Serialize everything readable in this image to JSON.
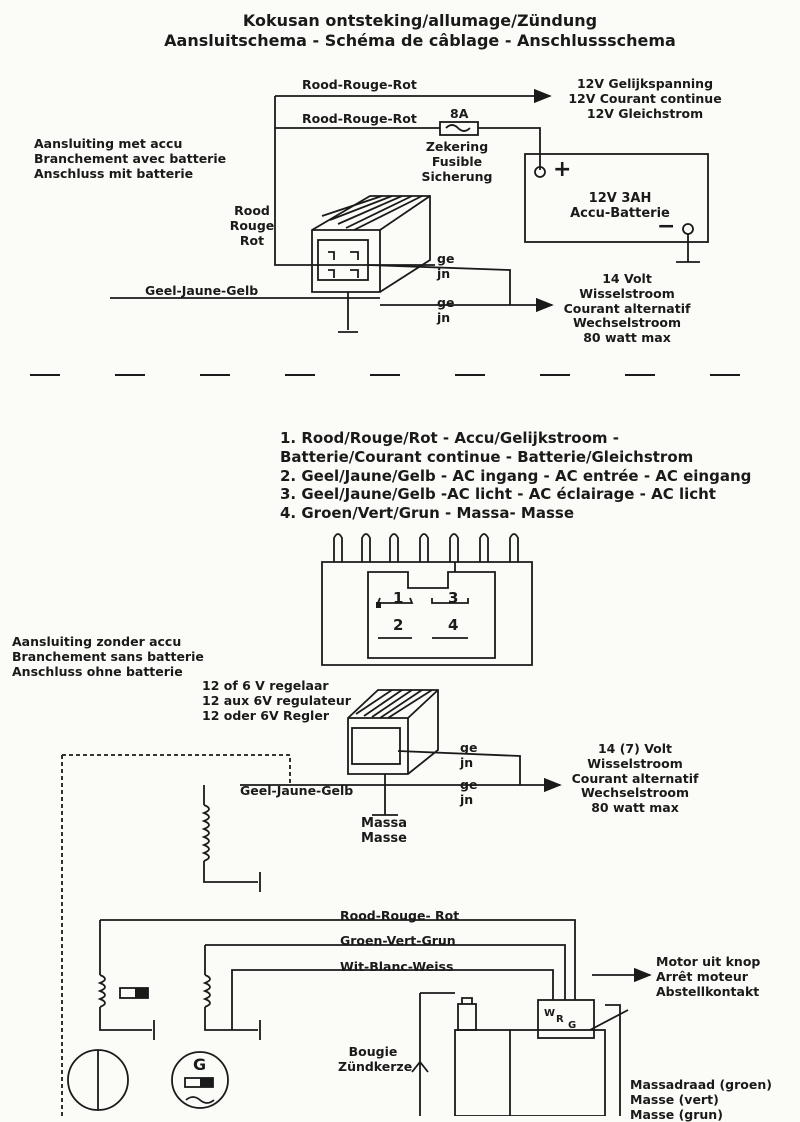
{
  "title": {
    "line1": "Kokusan ontsteking/allumage/Zündung",
    "line2": "Aansluitschema - Schéma de câblage - Anschlussschema"
  },
  "top": {
    "with_battery": [
      "Aansluiting met accu",
      "Branchement avec batterie",
      "Anschluss mit batterie"
    ],
    "red_wire_1": "Rood-Rouge-Rot",
    "red_wire_2": "Rood-Rouge-Rot",
    "dc_out": [
      "12V Gelijkspanning",
      "12V Courant continue",
      "12V Gleichstrom"
    ],
    "fuse_rating": "8A",
    "fuse": [
      "Zekering",
      "Fusible",
      "Sicherung"
    ],
    "battery": [
      "12V 3AH",
      "Accu-Batterie"
    ],
    "battery_plus": "+",
    "battery_minus": "−",
    "red_label": [
      "Rood",
      "Rouge",
      "Rot"
    ],
    "ge1": "ge",
    "jn1": "jn",
    "ge2": "ge",
    "jn2": "jn",
    "yellow_wire": "Geel-Jaune-Gelb",
    "ac_out": [
      "14 Volt",
      "Wisselstroom",
      "Courant alternatif",
      "Wechselstroom",
      "80 watt max"
    ]
  },
  "legend": [
    "1. Rood/Rouge/Rot - Accu/Gelijkstroom -",
    "Batterie/Courant continue - Batterie/Gleichstrom",
    "2. Geel/Jaune/Gelb - AC ingang - AC entrée - AC eingang",
    "3. Geel/Jaune/Gelb -AC licht - AC éclairage - AC licht",
    "4. Groen/Vert/Grun - Massa- Masse"
  ],
  "pins": {
    "p1": "1",
    "p2": "2",
    "p3": "3",
    "p4": "4"
  },
  "bottom": {
    "without_battery": [
      "Aansluiting zonder accu",
      "Branchement sans batterie",
      "Anschluss ohne batterie"
    ],
    "regulator": [
      "12 of 6 V regelaar",
      "12 aux 6V regulateur",
      "12 oder 6V Regler"
    ],
    "ge1": "ge",
    "jn1": "jn",
    "ge2": "ge",
    "jn2": "jn",
    "ac_out": [
      "14 (7) Volt",
      "Wisselstroom",
      "Courant alternatif",
      "Wechselstroom",
      "80 watt max"
    ],
    "yellow_wire": "Geel-Jaune-Gelb",
    "ground": [
      "Massa",
      "Masse"
    ],
    "red_wire": "Rood-Rouge- Rot",
    "green_wire": "Groen-Vert-Grun",
    "white_wire": "Wit-Blanc-Weiss",
    "kill_switch": [
      "Motor uit knop",
      "Arrêt moteur",
      "Abstellkontakt"
    ],
    "spark_plug": [
      "Bougie",
      "Zündkerze"
    ],
    "ground_wire": [
      "Massadraad (groen)",
      "Masse (vert)",
      "Masse (grun)"
    ],
    "generator": "G",
    "cdi_pins": {
      "w": "W",
      "r": "R",
      "g": "G"
    }
  }
}
